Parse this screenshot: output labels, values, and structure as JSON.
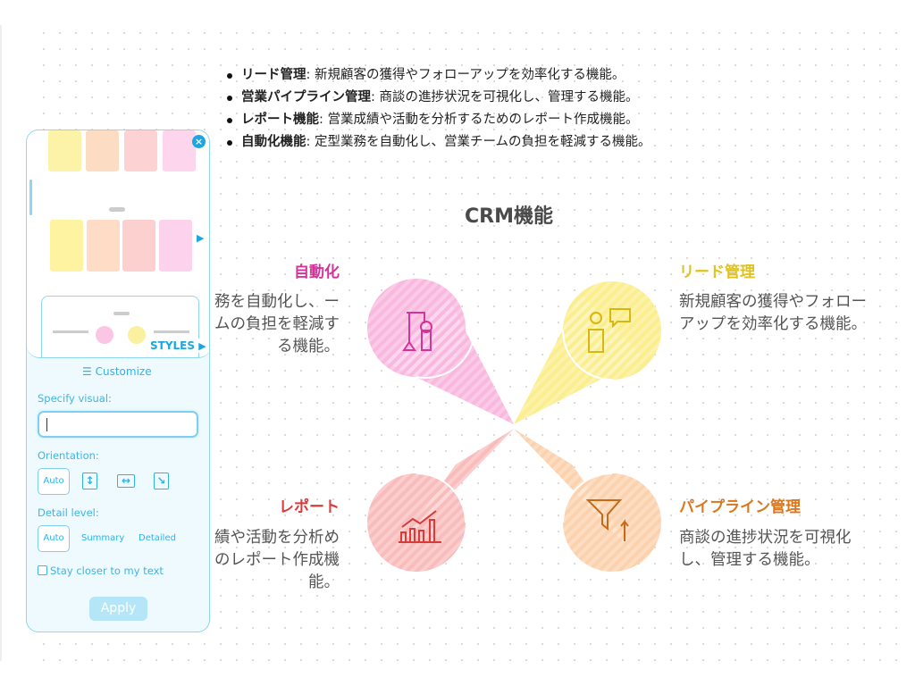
{
  "bullets": [
    {
      "term": "リード管理",
      "text": ": 新規顧客の獲得やフォローアップを効率化する機能。"
    },
    {
      "term": "営業パイプライン管理",
      "text": ": 商談の進捗状況を可視化し、管理する機能。"
    },
    {
      "term": "レポート機能",
      "text": ": 営業成績や活動を分析するためのレポート作成機能。"
    },
    {
      "term": "自動化機能",
      "text": ": 定型業務を自動化し、営業チームの負担を軽減する機能。"
    }
  ],
  "diagram": {
    "title": "CRM機能",
    "items": [
      {
        "label": "自動化",
        "desc": "務を自動化し、ームの負担を軽減する機能。",
        "color": "#d6339a",
        "fill": "#f9b8df",
        "icon": "robot-arm-icon"
      },
      {
        "label": "リード管理",
        "desc": "新規顧客の獲得やフォローアップを効率化する機能。",
        "color": "#e2c21a",
        "fill": "#fbee8e",
        "icon": "person-chat-icon"
      },
      {
        "label": "レポート",
        "desc": "績や活動を分析めのレポート作成機能。",
        "color": "#d93a3a",
        "fill": "#f9bcbc",
        "icon": "bar-chart-growth-icon"
      },
      {
        "label": "パイプライン管理",
        "desc": "商談の進捗状況を可視化し、管理する機能。",
        "color": "#d8771e",
        "fill": "#fcd2ae",
        "icon": "funnel-up-icon"
      }
    ]
  },
  "panel": {
    "styles_label": "STYLES",
    "customize_label": "Customize",
    "specify_label": "Specify visual:",
    "specify_value": "",
    "orientation_label": "Orientation:",
    "orientation_auto": "Auto",
    "detail_label": "Detail level:",
    "detail_options": [
      "Auto",
      "Summary",
      "Detailed"
    ],
    "stay_closer_label": "Stay closer to my text",
    "apply_label": "Apply"
  }
}
